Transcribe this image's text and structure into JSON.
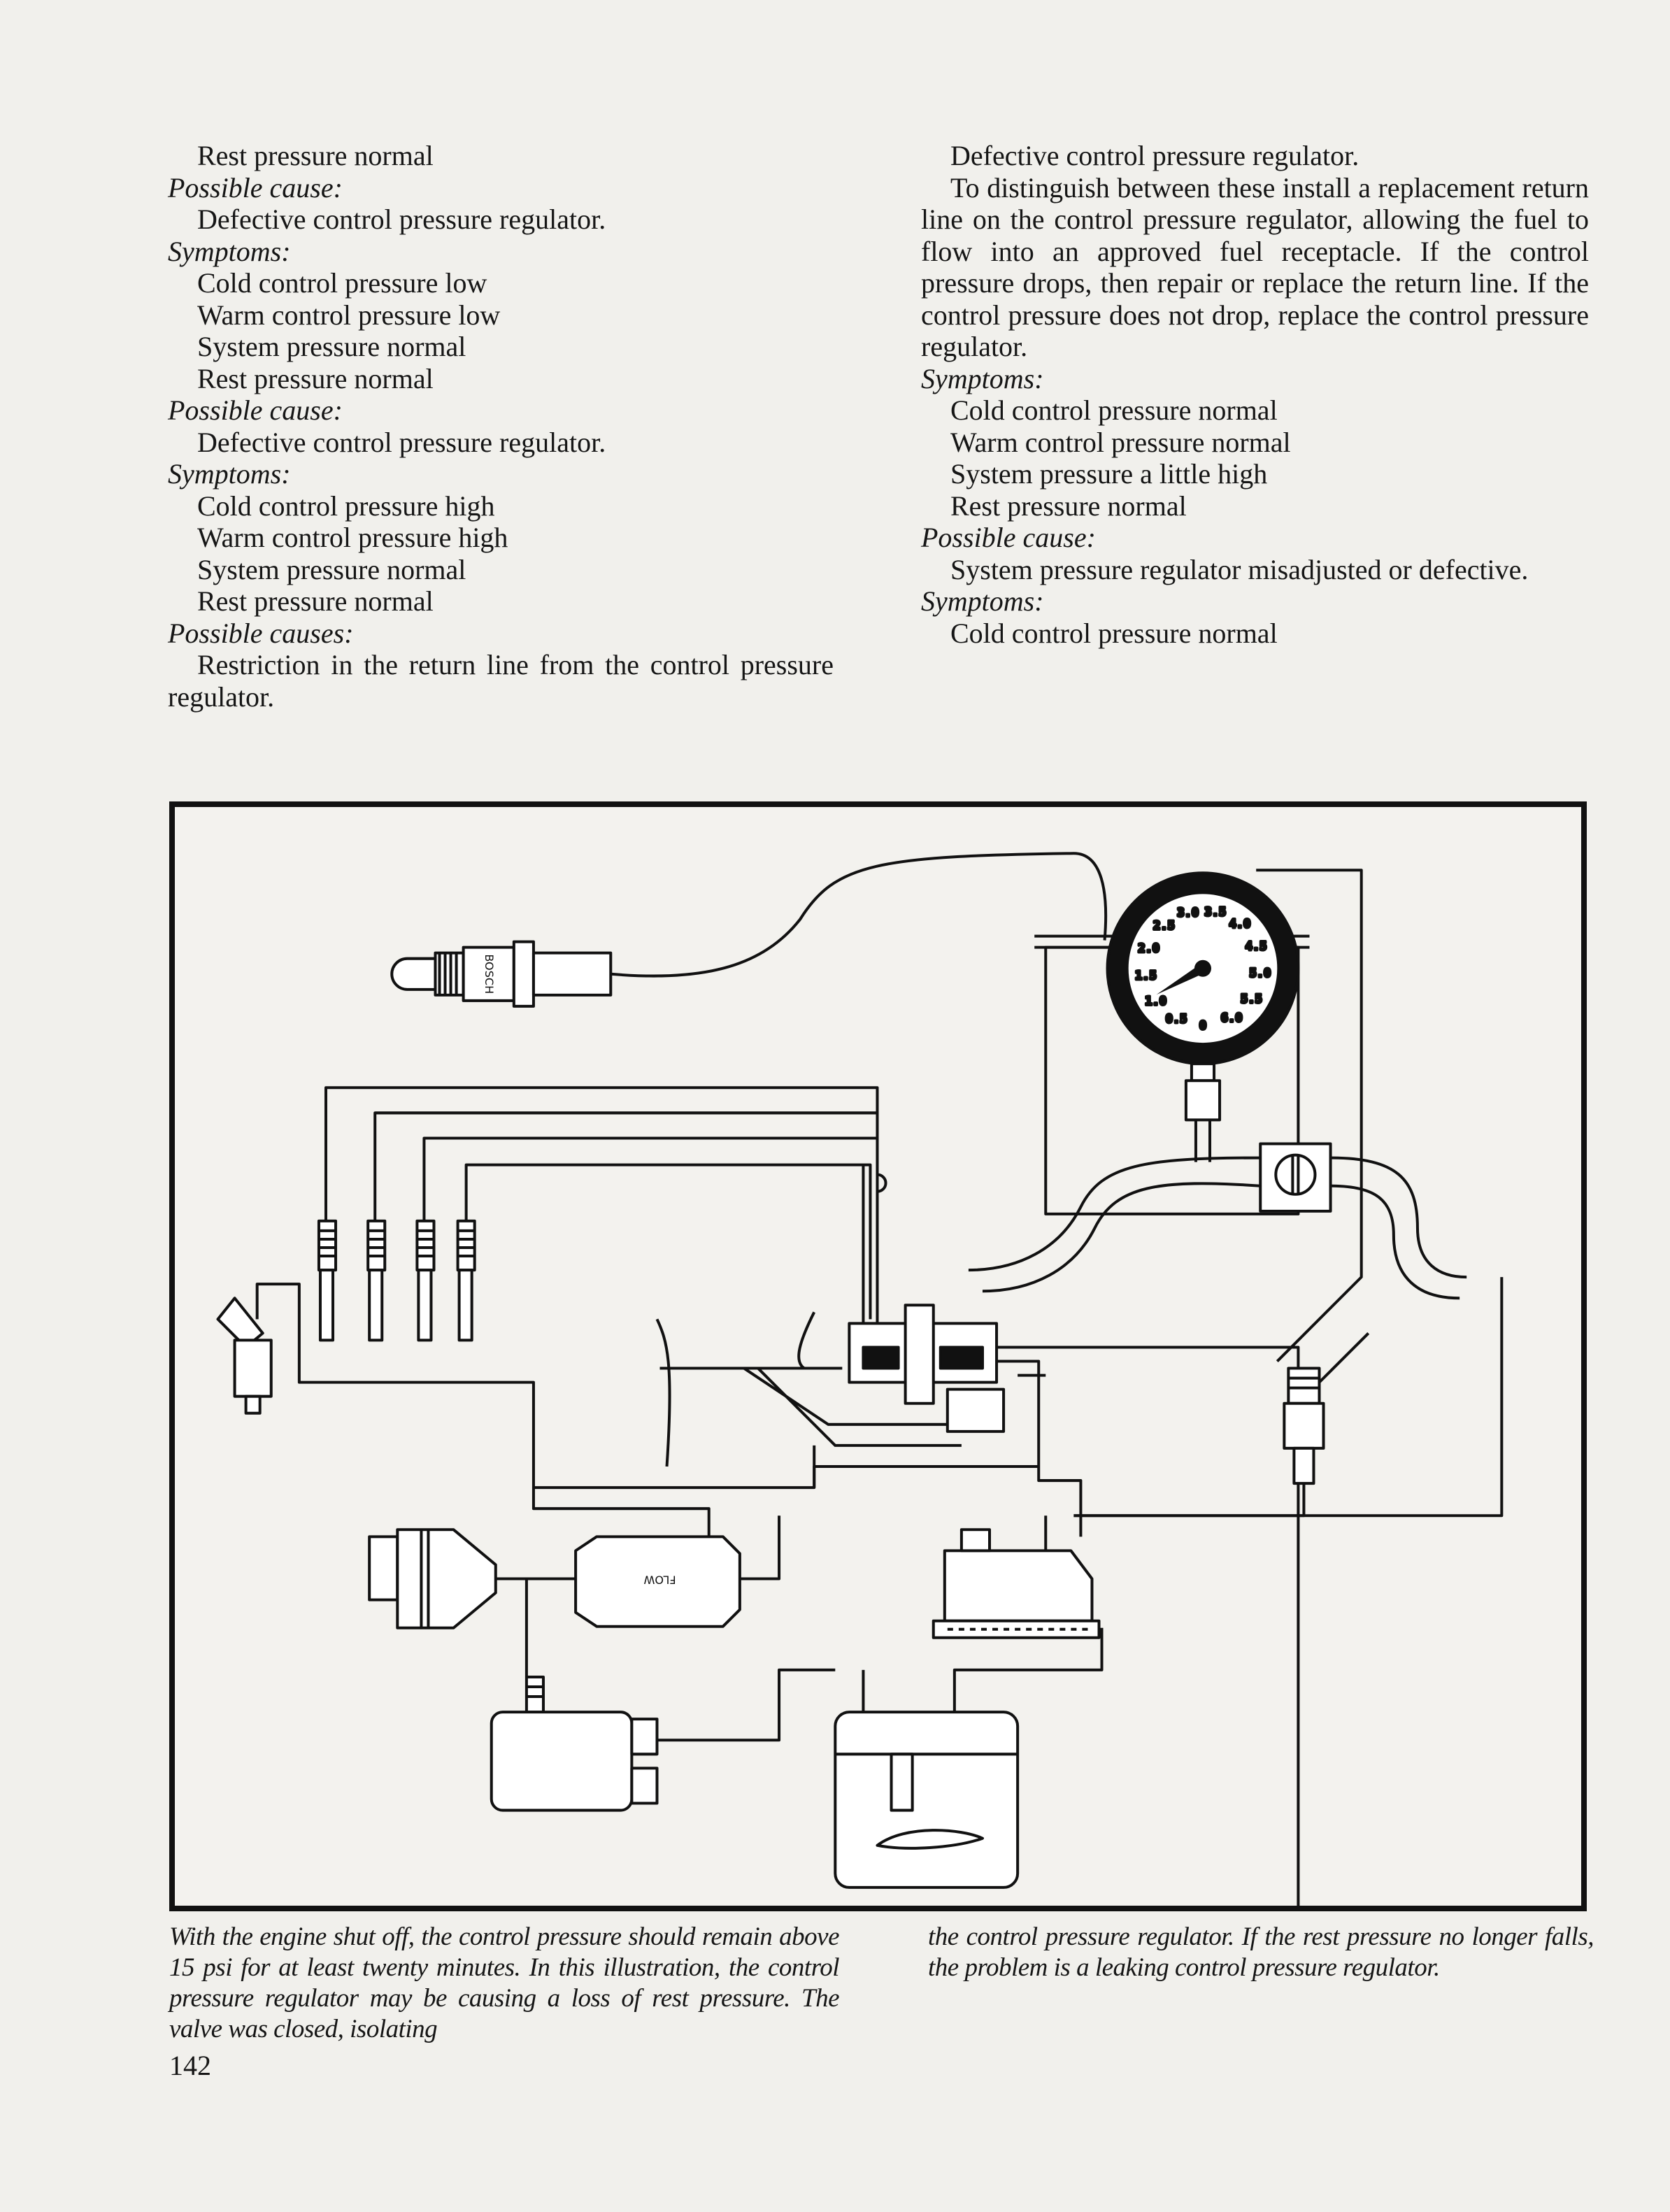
{
  "left_column": [
    {
      "text": "Rest pressure normal",
      "kind": "item"
    },
    {
      "text": "Possible cause:",
      "kind": "label"
    },
    {
      "text": "Defective control pressure regulator.",
      "kind": "item"
    },
    {
      "text": "Symptoms:",
      "kind": "label"
    },
    {
      "text": "Cold control pressure low",
      "kind": "item"
    },
    {
      "text": "Warm control pressure low",
      "kind": "item"
    },
    {
      "text": "System pressure normal",
      "kind": "item"
    },
    {
      "text": "Rest pressure normal",
      "kind": "item"
    },
    {
      "text": "Possible cause:",
      "kind": "label"
    },
    {
      "text": "Defective control pressure regulator.",
      "kind": "item"
    },
    {
      "text": "Symptoms:",
      "kind": "label"
    },
    {
      "text": "Cold control pressure high",
      "kind": "item"
    },
    {
      "text": "Warm control pressure high",
      "kind": "item"
    },
    {
      "text": "System pressure normal",
      "kind": "item"
    },
    {
      "text": "Rest pressure normal",
      "kind": "item"
    },
    {
      "text": "Possible causes:",
      "kind": "label"
    },
    {
      "text": "Restriction in the return line from the control pressure regulator.",
      "kind": "para"
    }
  ],
  "right_column": [
    {
      "text": "Defective control pressure regulator.",
      "kind": "item"
    },
    {
      "text": "To distinguish between these install a replacement return line on the control pressure regulator, allowing the fuel to flow into an approved fuel receptacle. If the control pressure drops, then repair or replace the return line. If the control pressure does not drop, replace the control pressure regulator.",
      "kind": "para"
    },
    {
      "text": "Symptoms:",
      "kind": "label"
    },
    {
      "text": "Cold control pressure normal",
      "kind": "item"
    },
    {
      "text": "Warm control pressure normal",
      "kind": "item"
    },
    {
      "text": "System pressure a little high",
      "kind": "item"
    },
    {
      "text": "Rest pressure normal",
      "kind": "item"
    },
    {
      "text": "Possible cause:",
      "kind": "label"
    },
    {
      "text": "System pressure regulator misadjusted or defective.",
      "kind": "para"
    },
    {
      "text": "Symptoms:",
      "kind": "label"
    },
    {
      "text": "Cold control pressure normal",
      "kind": "item"
    }
  ],
  "figure": {
    "gauge_labels": [
      "0",
      "0.5",
      "1.0",
      "1.5",
      "2.0",
      "2.5",
      "3.0",
      "3.5",
      "4.0",
      "4.5",
      "5.0",
      "5.5",
      "6.0"
    ],
    "needle_value": 1.1,
    "sensor_brand": "BOSCH",
    "filter_label": "FLOW"
  },
  "caption": {
    "left": "With the engine shut off, the control pressure should remain above 15 psi for at least twenty minutes. In this illustration, the control pressure regulator may be causing a loss of rest pressure. The valve was closed, isolating",
    "right": "the control pressure regulator. If the rest pressure no longer falls, the problem is a leaking control pressure regulator."
  },
  "page_number": "142"
}
